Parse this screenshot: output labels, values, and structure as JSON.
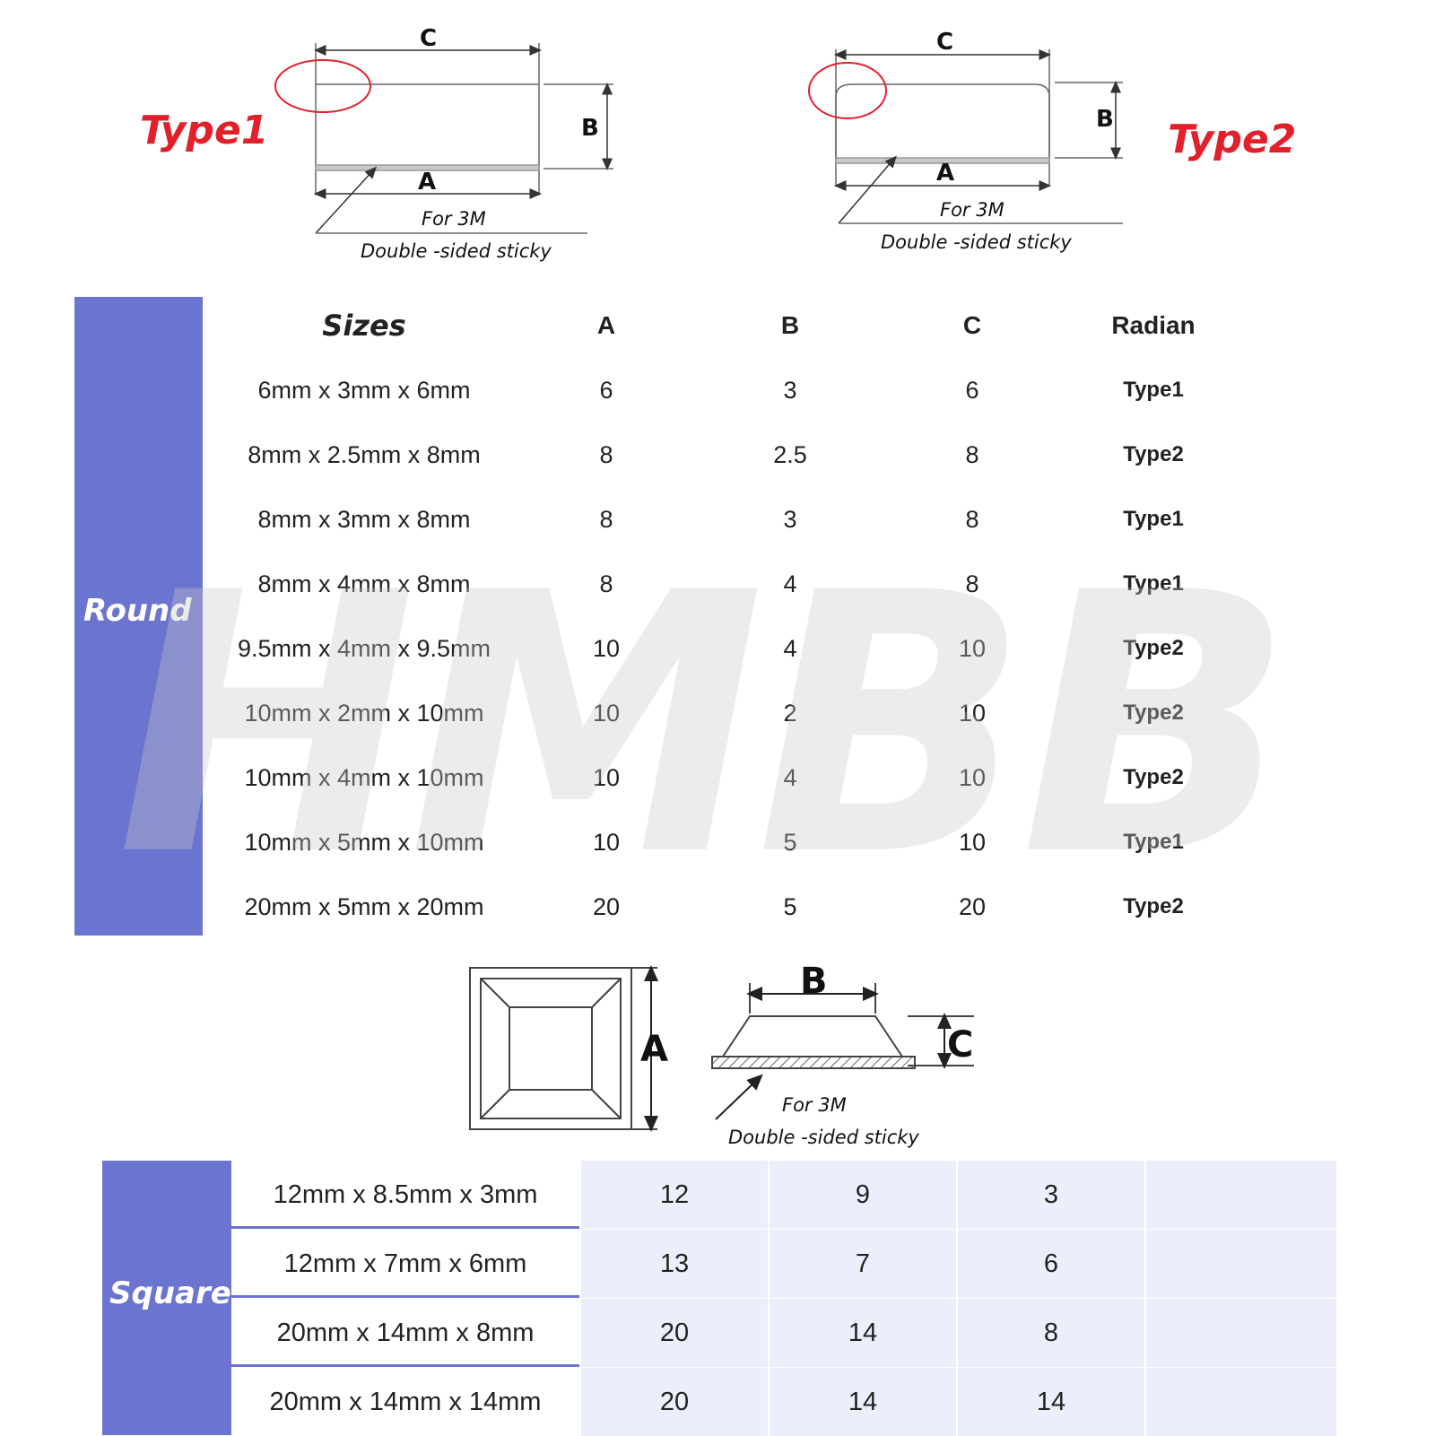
{
  "diagram_round": {
    "type1_label": "Type1",
    "type2_label": "Type2",
    "dim_a": "A",
    "dim_b": "B",
    "dim_c": "C",
    "note_line1": "For 3M",
    "note_line2": "Double -sided sticky",
    "colors": {
      "highlight": "#e2202c",
      "line": "#555555"
    }
  },
  "watermark": "HMBB",
  "round_table": {
    "band_label": "Round",
    "headers": {
      "size": "Sizes",
      "a": "A",
      "b": "B",
      "c": "C",
      "radian": "Radian"
    },
    "rows": [
      {
        "size": "6mm x 3mm x 6mm",
        "a": "6",
        "b": "3",
        "c": "6",
        "radian": "Type1"
      },
      {
        "size": "8mm x 2.5mm x 8mm",
        "a": "8",
        "b": "2.5",
        "c": "8",
        "radian": "Type2"
      },
      {
        "size": "8mm x 3mm x 8mm",
        "a": "8",
        "b": "3",
        "c": "8",
        "radian": "Type1"
      },
      {
        "size": "8mm x 4mm x 8mm",
        "a": "8",
        "b": "4",
        "c": "8",
        "radian": "Type1"
      },
      {
        "size": "9.5mm x 4mm x 9.5mm",
        "a": "10",
        "b": "4",
        "c": "10",
        "radian": "Type2"
      },
      {
        "size": "10mm x 2mm x 10mm",
        "a": "10",
        "b": "2",
        "c": "10",
        "radian": "Type2"
      },
      {
        "size": "10mm x 4mm x 10mm",
        "a": "10",
        "b": "4",
        "c": "10",
        "radian": "Type2"
      },
      {
        "size": "10mm x 5mm x 10mm",
        "a": "10",
        "b": "5",
        "c": "10",
        "radian": "Type1"
      },
      {
        "size": "20mm x 5mm x 20mm",
        "a": "20",
        "b": "5",
        "c": "20",
        "radian": "Type2"
      }
    ],
    "colors": {
      "band": "#6b74cf"
    }
  },
  "diagram_square": {
    "dim_a": "A",
    "dim_b": "B",
    "dim_c": "C",
    "note_line1": "For 3M",
    "note_line2": "Double -sided sticky"
  },
  "square_table": {
    "band_label": "Square",
    "rows": [
      {
        "size": "12mm x 8.5mm x 3mm",
        "a": "12",
        "b": "9",
        "c": "3"
      },
      {
        "size": "12mm x 7mm x 6mm",
        "a": "13",
        "b": "7",
        "c": "6"
      },
      {
        "size": "20mm x 14mm x 8mm",
        "a": "20",
        "b": "14",
        "c": "8"
      },
      {
        "size": "20mm x 14mm x 14mm",
        "a": "20",
        "b": "14",
        "c": "14"
      }
    ],
    "colors": {
      "band": "#6b74cf",
      "cell": "#eceefb"
    }
  }
}
